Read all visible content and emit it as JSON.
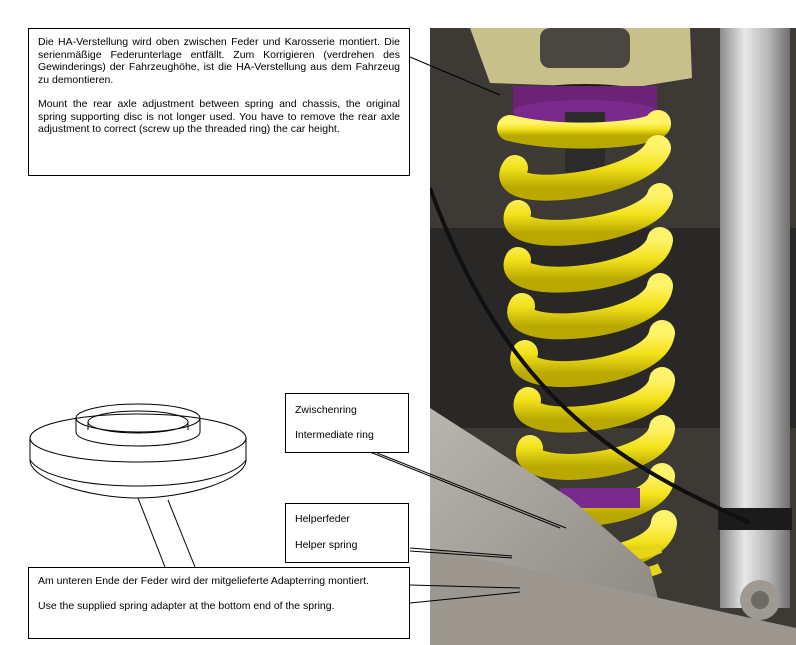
{
  "callout_top": {
    "german": "Die HA-Verstellung wird oben zwischen Feder und Karosserie montiert. Die serienmäßige Federunterlage entfällt. Zum Korrigieren (verdrehen des Gewinderings) der Fahrzeughöhe, ist die HA-Verstellung aus dem Fahrzeug zu demontieren.",
    "english": "Mount the rear axle adjustment between spring and chassis, the original spring supporting disc is not longer used. You have to remove the rear axle adjustment to correct (screw up the threaded ring) the car height."
  },
  "callout_intermediate": {
    "german": "Zwischenring",
    "english": "Intermediate ring"
  },
  "callout_helper": {
    "german": "Helperfeder",
    "english": "Helper spring"
  },
  "callout_bottom": {
    "german": "Am unteren Ende der Feder wird der mitgelieferte Adapterring montiert.",
    "english": "Use the supplied spring adapter at the bottom end of the spring."
  },
  "colors": {
    "spring_yellow": "#f2e21a",
    "ring_purple": "#7a2a8c",
    "background_dark": "#3d3a36",
    "shock_body": "#c9c9c9"
  }
}
